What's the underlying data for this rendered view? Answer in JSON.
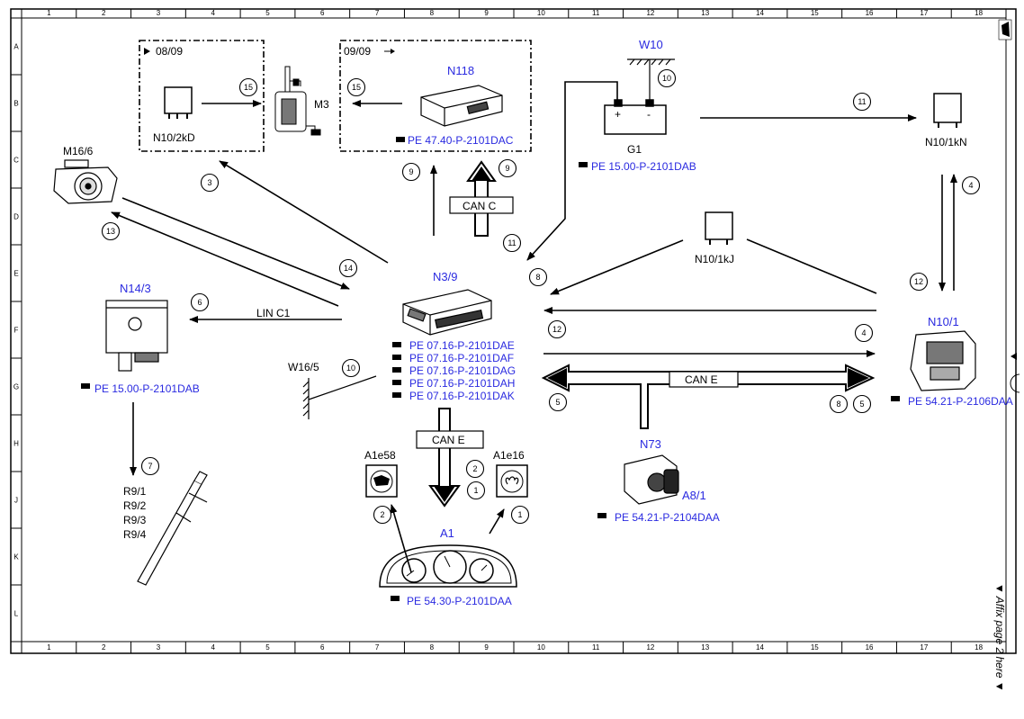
{
  "grid": {
    "columns": [
      "1",
      "2",
      "3",
      "4",
      "5",
      "6",
      "7",
      "8",
      "9",
      "10",
      "11",
      "12",
      "13",
      "14",
      "15",
      "16",
      "17",
      "18"
    ],
    "rows": [
      "A",
      "B",
      "C",
      "D",
      "E",
      "F",
      "G",
      "H",
      "J",
      "K",
      "L"
    ]
  },
  "side_note": "▼ Affix page 2 here ▼",
  "boxes": {
    "left_date": "08/09",
    "right_date": "09/09"
  },
  "components": {
    "n10_2kd": "N10/2kD",
    "m3": "M3",
    "n118": "N118",
    "n118_ref": "PE 47.40-P-2101DAC",
    "w10": "W10",
    "g1": "G1",
    "g1_ref": "PE 15.00-P-2101DAB",
    "g1_plus": "+",
    "g1_minus": "-",
    "n10_1kn": "N10/1kN",
    "m16_6": "M16/6",
    "n10_1kj": "N10/1kJ",
    "n3_9": "N3/9",
    "n3_9_refs": [
      "PE 07.16-P-2101DAE",
      "PE 07.16-P-2101DAF",
      "PE 07.16-P-2101DAG",
      "PE 07.16-P-2101DAH",
      "PE 07.16-P-2101DAK"
    ],
    "n14_3": "N14/3",
    "n14_3_ref": "PE 15.00-P-2101DAB",
    "w16_5": "W16/5",
    "n10_1": "N10/1",
    "n10_1_ref": "PE 54.21-P-2106DAA",
    "n73": "N73",
    "a8_1": "A8/1",
    "n73_ref": "PE 54.21-P-2104DAA",
    "a1e58": "A1e58",
    "a1e16": "A1e16",
    "a1": "A1",
    "a1_ref": "PE 54.30-P-2101DAA",
    "r9": [
      "R9/1",
      "R9/2",
      "R9/3",
      "R9/4"
    ]
  },
  "buses": {
    "can_c": "CAN C",
    "can_e_horizontal": "CAN E",
    "can_e_vertical": "CAN E",
    "lin_c1": "LIN C1"
  },
  "callouts": {
    "c15a": "15",
    "c15b": "15",
    "c10a": "10",
    "c11a": "11",
    "c3": "3",
    "c9a": "9",
    "c9b": "9",
    "c4a": "4",
    "c13": "13",
    "c11b": "11",
    "c14": "14",
    "c8a": "8",
    "c12a": "12",
    "c6": "6",
    "c12b": "12",
    "c4b": "4",
    "c10b": "10",
    "c5a": "5",
    "c8b": "8",
    "c5b": "5",
    "c2a": "2",
    "c1a": "1",
    "c2b": "2",
    "c1b": "1",
    "c7": "7"
  }
}
